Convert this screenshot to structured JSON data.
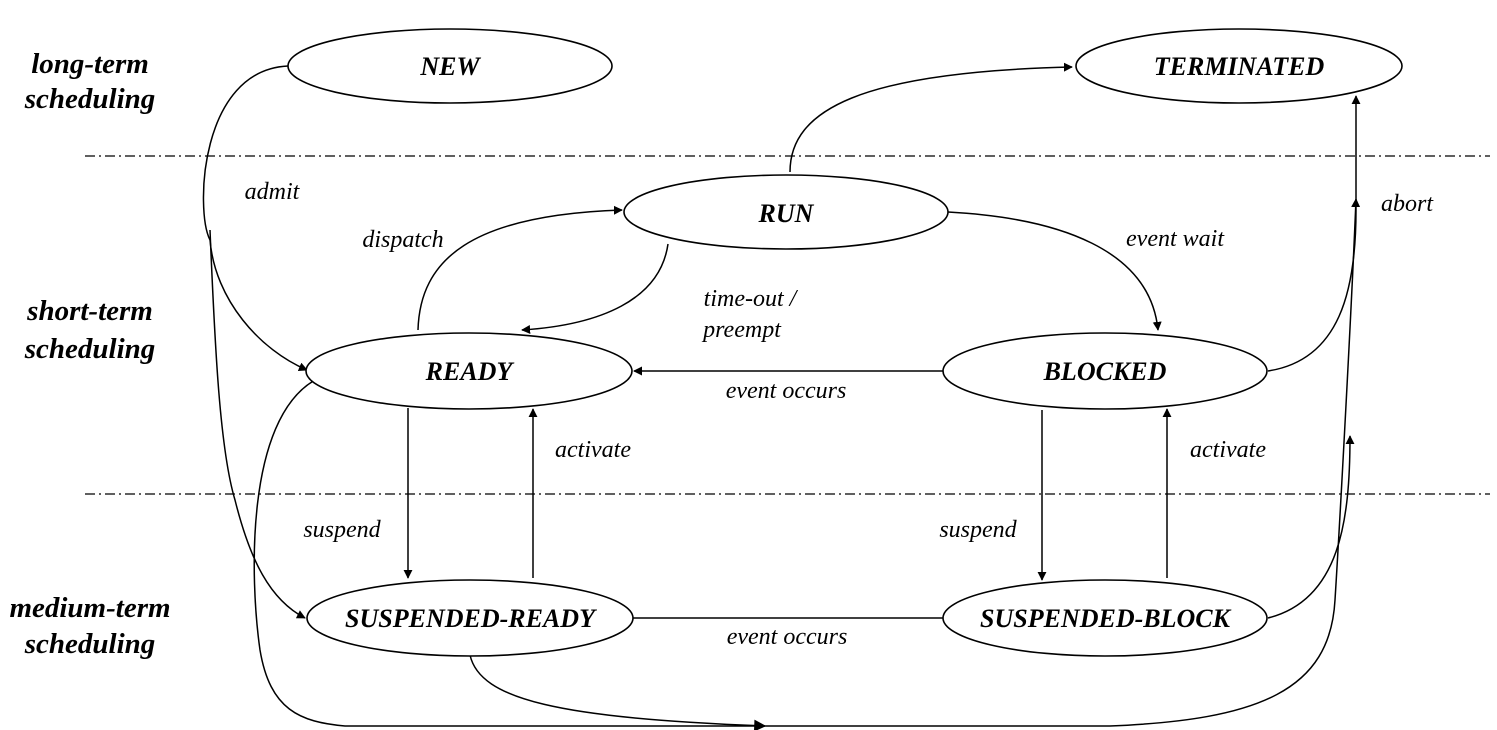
{
  "levels": {
    "long_term": [
      "long-term",
      "scheduling"
    ],
    "short_term": [
      "short-term",
      "scheduling"
    ],
    "medium_term": [
      "medium-term",
      "scheduling"
    ]
  },
  "states": {
    "new": "NEW",
    "terminated": "TERMINATED",
    "run": "RUN",
    "ready": "READY",
    "blocked": "BLOCKED",
    "suspended_ready": "SUSPENDED-READY",
    "suspended_block": "SUSPENDED-BLOCK"
  },
  "transitions": {
    "admit": "admit",
    "dispatch": "dispatch",
    "timeout": [
      "time-out /",
      "preempt"
    ],
    "event_wait": "event wait",
    "event_occurs": "event occurs",
    "event_occurs_suspended": "event occurs",
    "suspend_ready": "suspend",
    "activate_ready": "activate",
    "suspend_blocked": "suspend",
    "activate_blocked": "activate",
    "abort": "abort"
  },
  "colors": {
    "stroke": "#000000",
    "background": "#ffffff"
  }
}
